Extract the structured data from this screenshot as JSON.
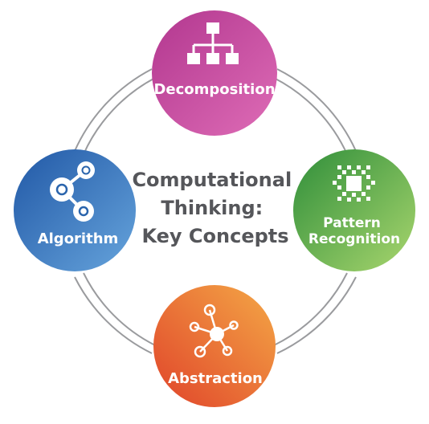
{
  "title": {
    "lines": [
      "Computational",
      "Thinking:",
      "Key Concepts"
    ]
  },
  "nodes": {
    "decomposition": {
      "label": "Decomposition",
      "icon": "hierarchy-icon",
      "color_start": "#b63a9a",
      "color_end": "#d866b0"
    },
    "pattern_recognition": {
      "label_lines": [
        "Pattern",
        "Recognition"
      ],
      "icon": "pixel-pattern-icon",
      "color_start": "#3e9a3c",
      "color_end": "#9fd36b"
    },
    "abstraction": {
      "label": "Abstraction",
      "icon": "network-icon",
      "color_start": "#e5552e",
      "color_end": "#f3a144"
    },
    "algorithm": {
      "label": "Algorithm",
      "icon": "connected-gears-icon",
      "color_start": "#2a64ac",
      "color_end": "#5b9ad8"
    }
  },
  "colors": {
    "ring": "#9a9b9e",
    "title_text": "#55565a"
  }
}
